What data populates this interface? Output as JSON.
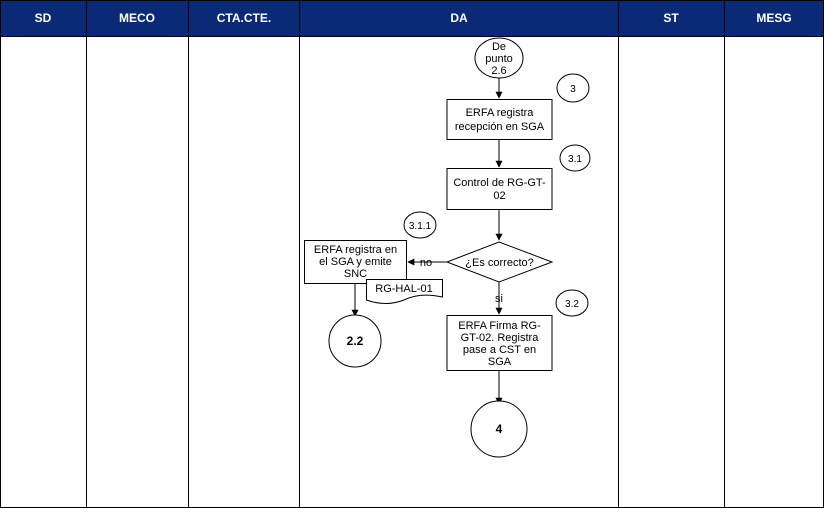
{
  "colors": {
    "header_bg": "#0a2a78",
    "header_text": "#ffffff",
    "line": "#000000",
    "background": "#ffffff"
  },
  "lanes": [
    {
      "id": "sd",
      "label": "SD"
    },
    {
      "id": "meco",
      "label": "MECO"
    },
    {
      "id": "ctacte",
      "label": "CTA.CTE."
    },
    {
      "id": "da",
      "label": "DA"
    },
    {
      "id": "st",
      "label": "ST"
    },
    {
      "id": "mesg",
      "label": "MESG"
    }
  ],
  "nodes": {
    "start": {
      "lines": [
        "De",
        "punto",
        "2.6"
      ]
    },
    "ref_3": {
      "label": "3"
    },
    "step_3": {
      "lines": [
        "ERFA registra",
        "recepción en SGA"
      ]
    },
    "ref_3_1": {
      "label": "3.1"
    },
    "step_3_1": {
      "lines": [
        "Control de RG-GT-",
        "02"
      ]
    },
    "ref_3_1_1": {
      "label": "3.1.1"
    },
    "decision": {
      "label": "¿Es correcto?"
    },
    "label_no": {
      "label": "no"
    },
    "label_si": {
      "label": "si"
    },
    "step_3_1_1": {
      "lines": [
        "ERFA registra en",
        "el SGA y emite",
        "SNC"
      ]
    },
    "doc_rg_hal": {
      "label": "RG-HAL-01"
    },
    "connector_2_2": {
      "label": "2.2"
    },
    "ref_3_2": {
      "label": "3.2"
    },
    "step_3_2": {
      "lines": [
        "ERFA Firma RG-",
        "GT-02. Registra",
        "pase a CST en",
        "SGA"
      ]
    },
    "connector_4": {
      "label": "4"
    }
  }
}
